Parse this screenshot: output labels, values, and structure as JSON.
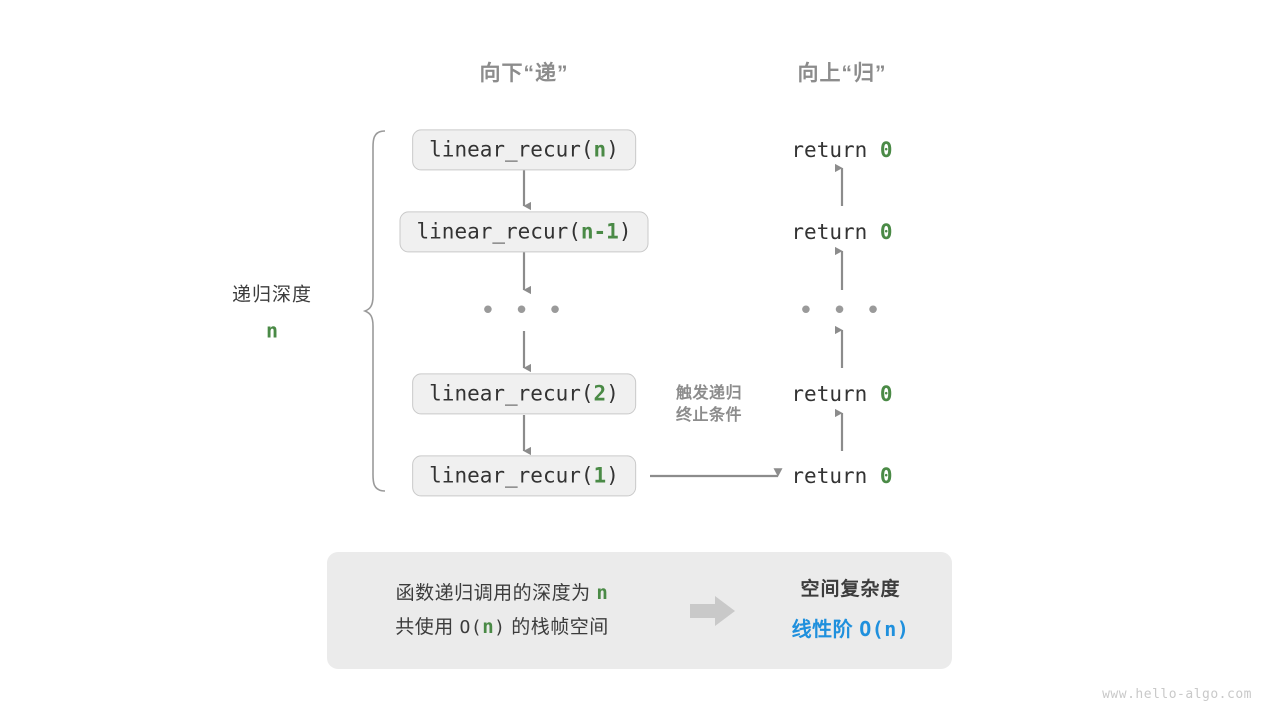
{
  "headers": {
    "down": "向下“递”",
    "up": "向上“归”"
  },
  "depth_label": {
    "text": "递归深度",
    "variable": "n"
  },
  "call_stack": [
    {
      "prefix": "linear_recur(",
      "arg": "n",
      "suffix": ")"
    },
    {
      "prefix": "linear_recur(",
      "arg": "n-1",
      "suffix": ")"
    },
    {
      "ellipsis": "• • •"
    },
    {
      "prefix": "linear_recur(",
      "arg": "2",
      "suffix": ")"
    },
    {
      "prefix": "linear_recur(",
      "arg": "1",
      "suffix": ")"
    }
  ],
  "returns": [
    {
      "keyword": "return",
      "value": "0"
    },
    {
      "keyword": "return",
      "value": "0"
    },
    {
      "ellipsis": "• • •"
    },
    {
      "keyword": "return",
      "value": "0"
    },
    {
      "keyword": "return",
      "value": "0"
    }
  ],
  "trigger_note": {
    "line1": "触发递归",
    "line2": "终止条件"
  },
  "summary": {
    "left_line1_a": "函数递归调用的深度为",
    "left_line1_var": "n",
    "left_line2_a": "共使用",
    "left_line2_big_o_open": "O(",
    "left_line2_var": "n",
    "left_line2_big_o_close": ")",
    "left_line2_b": "的栈帧空间",
    "arrow_icon": "right-block-arrow-icon",
    "right_title": "空间复杂度",
    "right_value_label": "线性阶",
    "right_value_mono": "O(n)"
  },
  "watermark": "www.hello-algo.com",
  "colors": {
    "green": "#4a8a46",
    "blue": "#1f90dd",
    "gray_text": "#8c8c8c",
    "box_fill": "#f0f0f0",
    "box_border": "#c9c9c9",
    "panel_fill": "#ebebeb",
    "arrow": "#8c8c8c"
  }
}
